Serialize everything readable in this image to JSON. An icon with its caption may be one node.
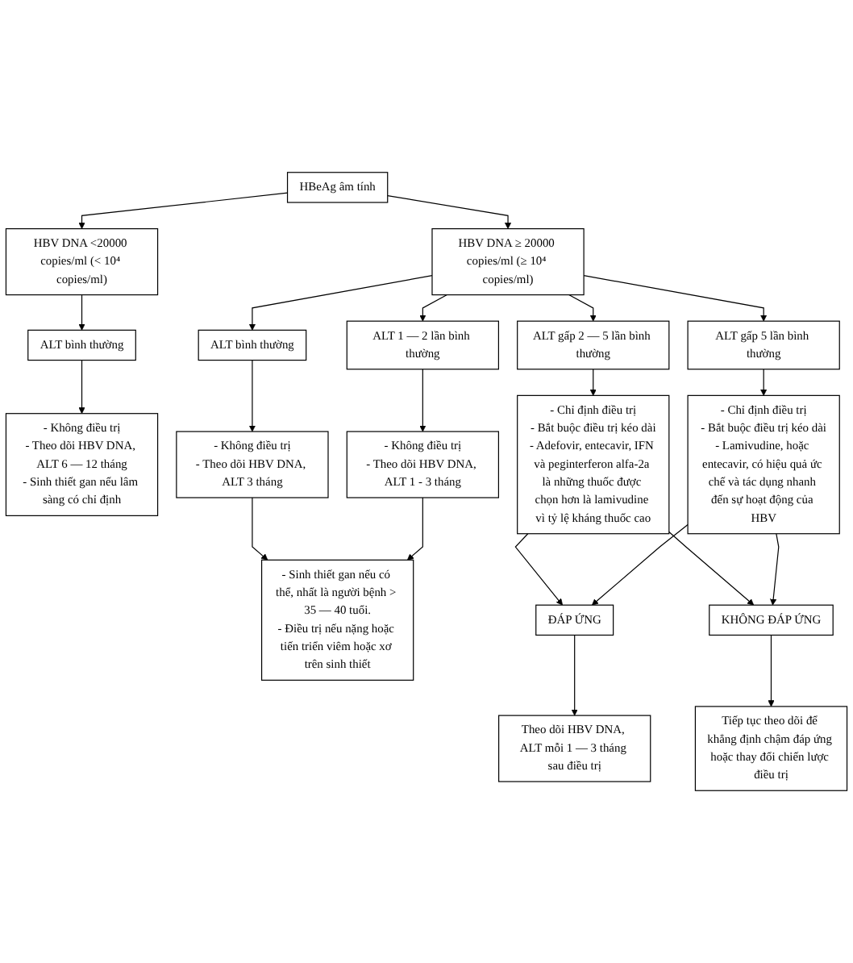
{
  "diagram": {
    "nodes": [
      {
        "text": [
          "HBeAg âm tính"
        ]
      },
      {
        "text": [
          "HBV DNA <20000 copies/ml (< 10⁴ copies/ml)"
        ]
      },
      {
        "text": [
          "HBV DNA ≥ 20000 copies/ml (≥ 10⁴ copies/ml)"
        ]
      },
      {
        "text": [
          "ALT bình thường"
        ]
      },
      {
        "text": [
          "ALT bình thường"
        ]
      },
      {
        "text": [
          "ALT 1 — 2 lần bình thường"
        ]
      },
      {
        "text": [
          "ALT gấp 2 — 5 lần bình thường"
        ]
      },
      {
        "text": [
          "ALT gấp 5 lần bình thường"
        ]
      },
      {
        "text": [
          "- Không điều trị",
          "- Theo dõi HBV DNA, ALT 6 — 12 tháng",
          "- Sinh thiết gan nếu lâm sàng có chỉ định"
        ]
      },
      {
        "text": [
          "- Không điều trị",
          "- Theo dõi HBV DNA, ALT 3 tháng"
        ]
      },
      {
        "text": [
          "- Không điều trị",
          "- Theo dõi HBV DNA, ALT 1 - 3 tháng"
        ]
      },
      {
        "text": [
          "- Chỉ định điều trị",
          "- Bắt buộc điều trị kéo dài",
          "- Adefovir, entecavir, IFN và peginterferon alfa-2a là những thuốc được chọn hơn là lamivudine vì tỷ lệ kháng thuốc cao"
        ]
      },
      {
        "text": [
          "- Chỉ định điều trị",
          "- Bắt buộc điều trị kéo dài",
          "- Lamivudine, hoặc entecavir, có hiệu quả ức chế và tác dụng nhanh đến sự hoạt động của HBV"
        ]
      },
      {
        "text": [
          "- Sinh thiết gan nếu có thể, nhất là người bệnh > 35 — 40 tuổi.",
          "- Điều trị nếu nặng hoặc tiến triển viêm hoặc xơ trên sinh thiết"
        ]
      },
      {
        "text": [
          "ĐÁP ỨNG"
        ]
      },
      {
        "text": [
          "KHÔNG ĐÁP ỨNG"
        ]
      },
      {
        "text": [
          "Theo dõi HBV DNA, ALT mỗi 1 — 3 tháng sau điều trị"
        ]
      },
      {
        "text": [
          "Tiếp tục theo dõi để khẳng định chậm đáp ứng hoặc thay đổi chiến lược điều trị"
        ]
      }
    ],
    "edges": [
      {
        "from": 0,
        "to": 1,
        "arrow": "to"
      },
      {
        "from": 0,
        "to": 2,
        "arrow": "to"
      },
      {
        "from": 1,
        "to": 3,
        "arrow": "to"
      },
      {
        "from": 2,
        "to": 4,
        "arrow": "to"
      },
      {
        "from": 2,
        "to": 5,
        "arrow": "to"
      },
      {
        "from": 2,
        "to": 6,
        "arrow": "to"
      },
      {
        "from": 2,
        "to": 7,
        "arrow": "to"
      },
      {
        "from": 3,
        "to": 8,
        "arrow": "to"
      },
      {
        "from": 4,
        "to": 9,
        "arrow": "to"
      },
      {
        "from": 5,
        "to": 10,
        "arrow": "to"
      },
      {
        "from": 6,
        "to": 11,
        "arrow": "to"
      },
      {
        "from": 7,
        "to": 12,
        "arrow": "to"
      },
      {
        "from": 9,
        "to": 13,
        "arrow": "to"
      },
      {
        "from": 10,
        "to": 13,
        "arrow": "to"
      },
      {
        "from": 11,
        "to": 14,
        "arrow": "to"
      },
      {
        "from": 11,
        "to": 15,
        "arrow": "to"
      },
      {
        "from": 12,
        "to": 14,
        "arrow": "to"
      },
      {
        "from": 12,
        "to": 15,
        "arrow": "to"
      },
      {
        "from": 14,
        "to": 16,
        "arrow": "to"
      },
      {
        "from": 15,
        "to": 17,
        "arrow": "to"
      }
    ]
  }
}
